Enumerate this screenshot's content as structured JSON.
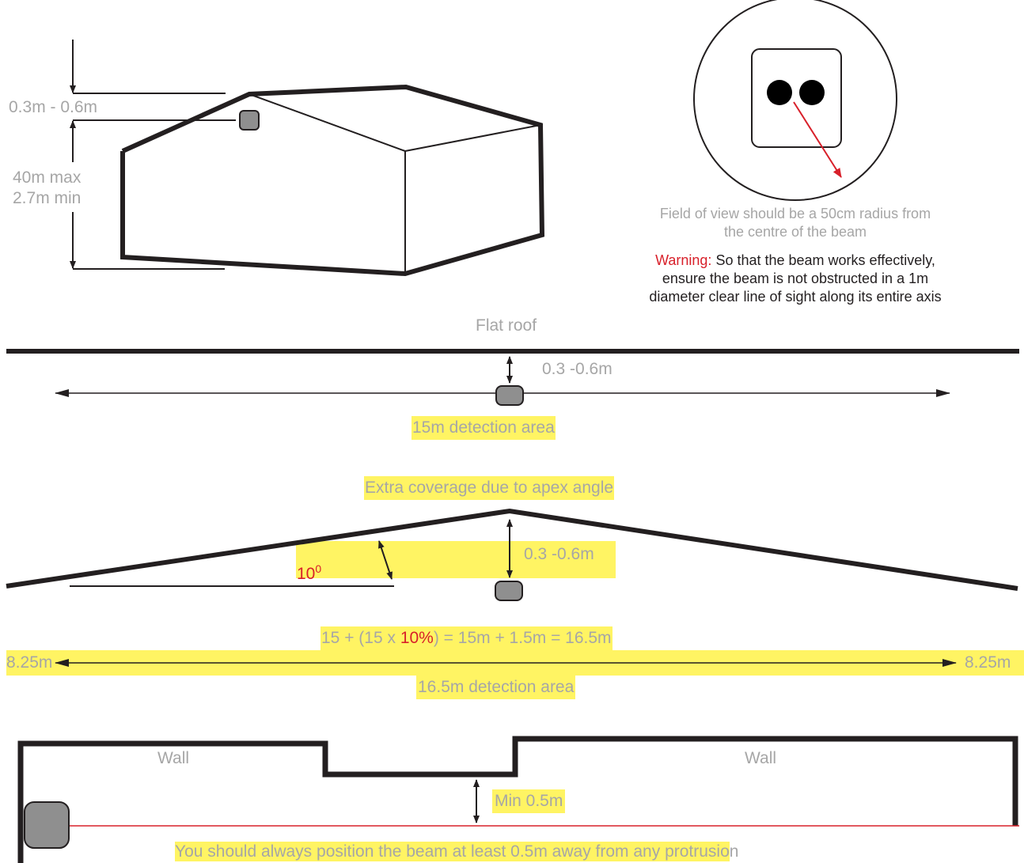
{
  "colors": {
    "highlight": "#fff463",
    "label_grey": "#a6a6a6",
    "stroke": "#231f20",
    "warning_red": "#d8202a",
    "sensor_fill": "#8f8f8f"
  },
  "building": {
    "top_gap": "0.3m - 0.6m",
    "height_max": "40m max",
    "height_min": "2.7m min"
  },
  "field_of_view": {
    "caption_line1": "Field of view should be a 50cm radius from",
    "caption_line2": "the centre of the beam",
    "warning_label": "Warning:",
    "warning_line1": "So that the beam works effectively,",
    "warning_line2": "ensure the beam is not obstructed in a 1m",
    "warning_line3": "diameter clear line of sight along its entire axis"
  },
  "flat_roof": {
    "title": "Flat roof",
    "gap": "0.3 -0.6m",
    "detection": "15m detection area"
  },
  "apex_roof": {
    "title": "Extra coverage due to apex angle",
    "angle_value": "10",
    "angle_sup": "0",
    "gap": "0.3 -0.6m",
    "formula_pre": "15 + (15 x ",
    "formula_pct": "10%",
    "formula_post": ") = 15m + 1.5m = 16.5m",
    "left_extent": "8.25m",
    "right_extent": "8.25m",
    "detection": "16.5m detection area"
  },
  "protrusion": {
    "wall_left": "Wall",
    "wall_right": "Wall",
    "min_gap": "Min 0.5m",
    "note_main": "You should always position the beam at least 0.5m away from any protrusio",
    "note_tail": "n"
  }
}
